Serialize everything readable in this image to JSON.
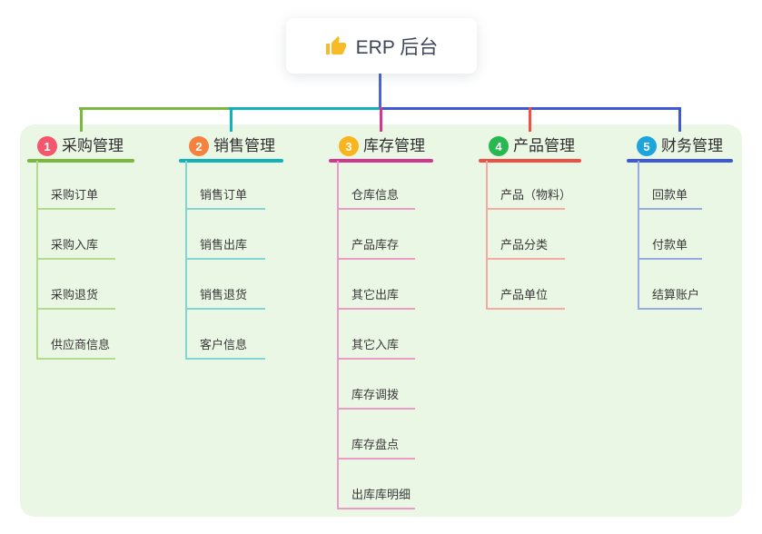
{
  "root": {
    "title": "ERP 后台",
    "icon": "thumbs-up-icon"
  },
  "colors": {
    "page_background": "#ffffff",
    "panel_background": "#ebf7e5",
    "root_connector": "#4b63de",
    "card_background": "#ffffff",
    "title_text": "#2e2e2e",
    "child_text": "#383838",
    "thumb_icon": "#f6bb25"
  },
  "branches": [
    {
      "badge": "1",
      "badge_color": "#f4566e",
      "title": "采购管理",
      "line_color": "#7ab840",
      "child_line_color": "#b4da8d",
      "children": [
        "采购订单",
        "采购入库",
        "采购退货",
        "供应商信息"
      ]
    },
    {
      "badge": "2",
      "badge_color": "#f5823f",
      "title": "销售管理",
      "line_color": "#11b2b8",
      "child_line_color": "#82d6d2",
      "children": [
        "销售订单",
        "销售出库",
        "销售退货",
        "客户信息"
      ]
    },
    {
      "badge": "3",
      "badge_color": "#f8b51d",
      "title": "库存管理",
      "line_color": "#d2388e",
      "child_line_color": "#ec9ac6",
      "children": [
        "仓库信息",
        "产品库存",
        "其它出库",
        "其它入库",
        "库存调拨",
        "库存盘点",
        "出库库明细"
      ]
    },
    {
      "badge": "4",
      "badge_color": "#27b850",
      "title": "产品管理",
      "line_color": "#f04f44",
      "child_line_color": "#f8a9a0",
      "children": [
        "产品（物料）",
        "产品分类",
        "产品单位"
      ]
    },
    {
      "badge": "5",
      "badge_color": "#1ba5dc",
      "title": "财务管理",
      "line_color": "#3f58d8",
      "child_line_color": "#98aae2",
      "children": [
        "回款单",
        "付款单",
        "结算账户"
      ]
    }
  ]
}
